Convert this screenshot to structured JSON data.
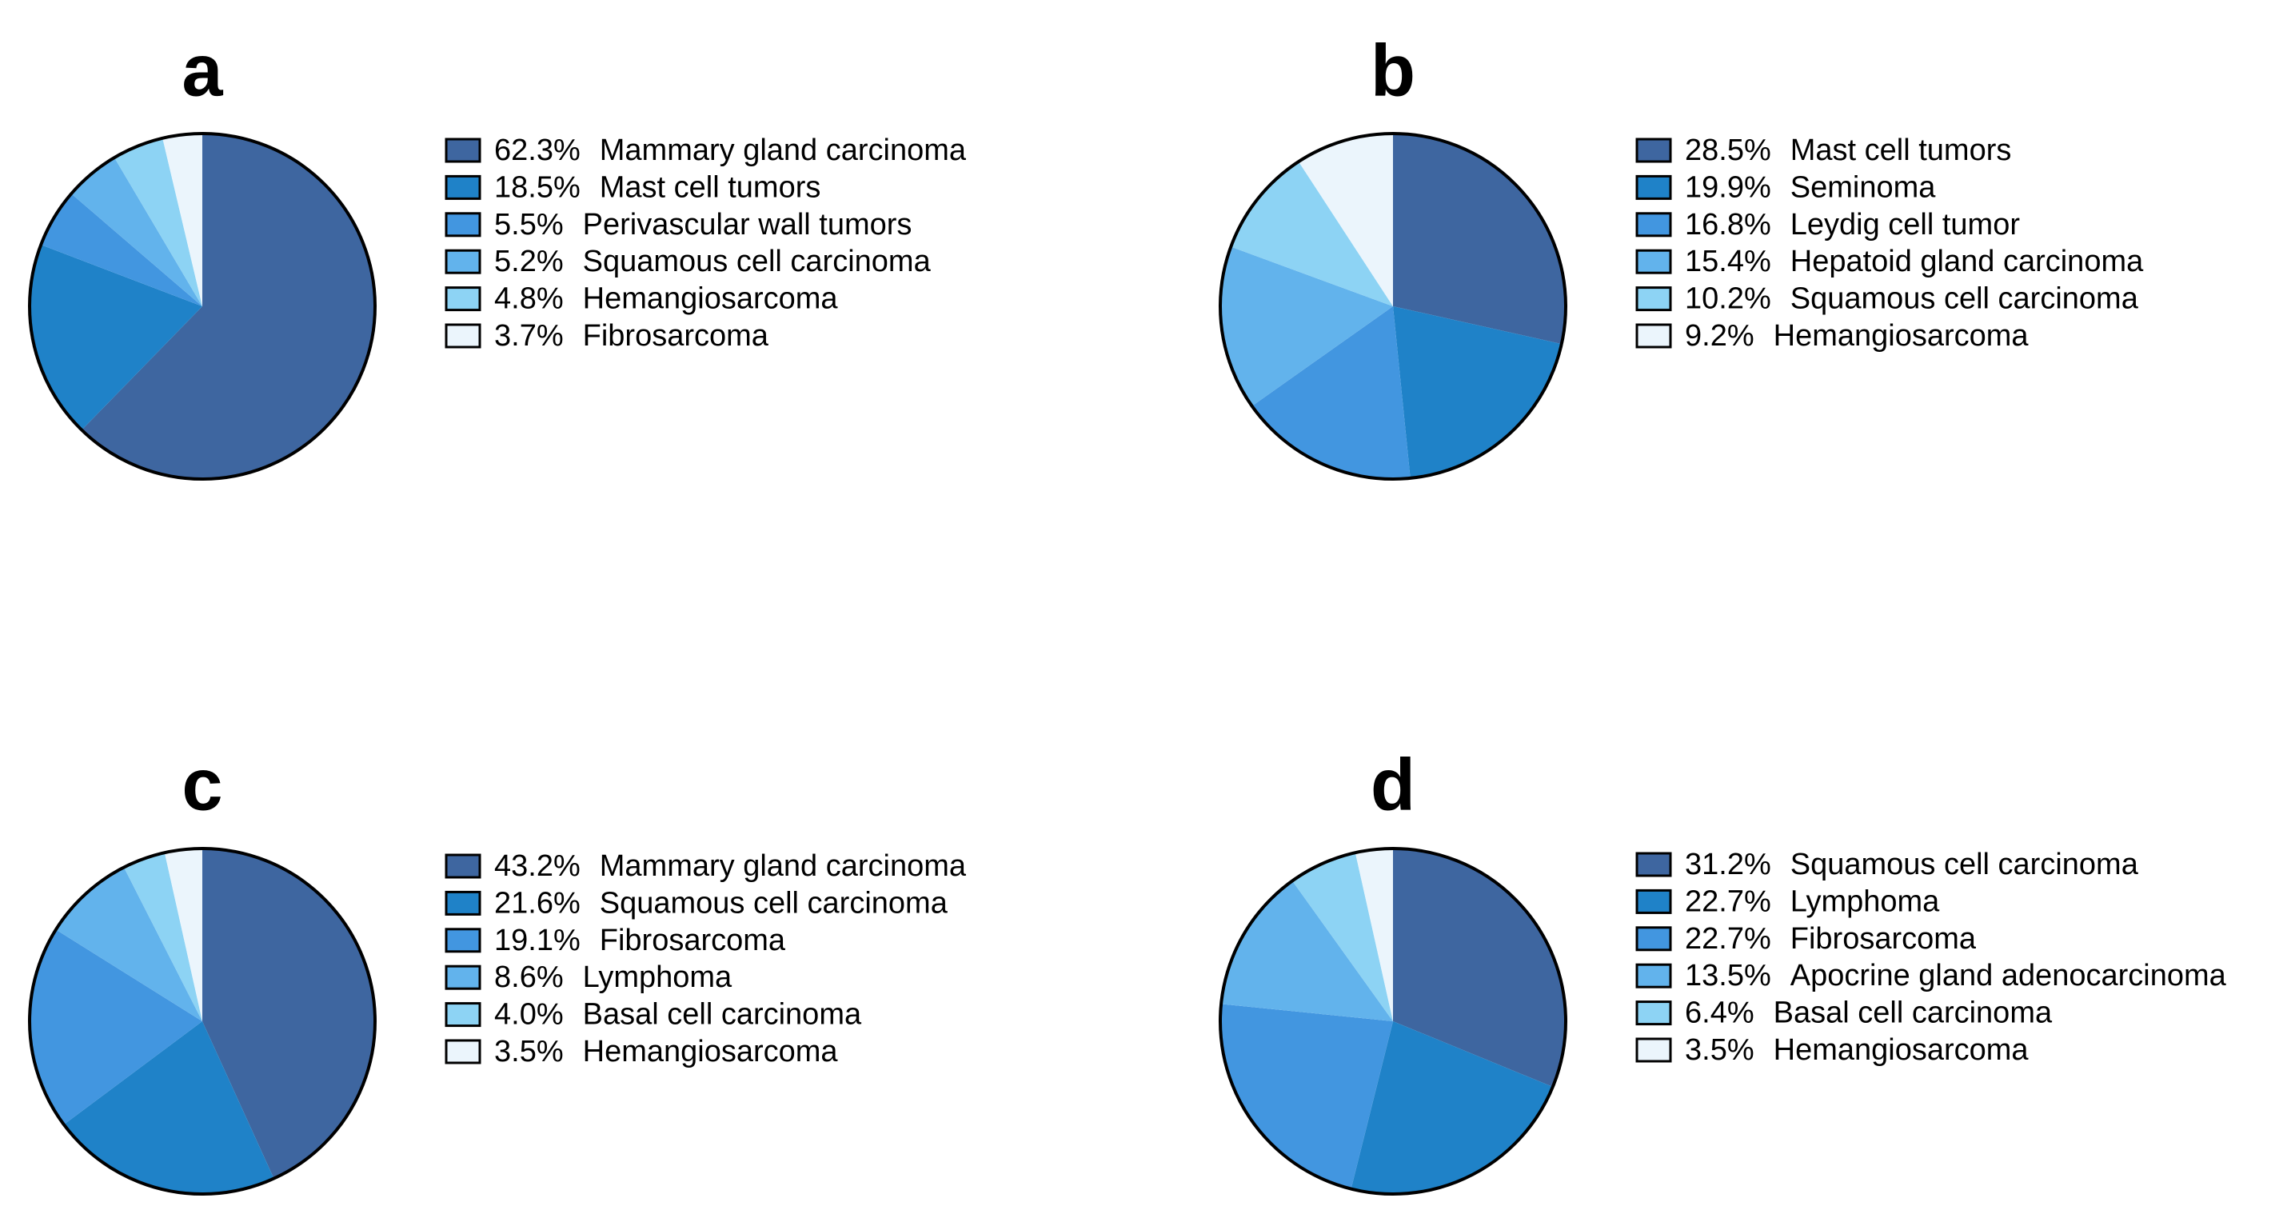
{
  "chart_data": [
    {
      "type": "pie",
      "panel_label": "a",
      "slices": [
        {
          "value": 62.3,
          "label": "Mammary gland carcinoma",
          "value_text": "62.3%"
        },
        {
          "value": 18.5,
          "label": "Mast cell tumors",
          "value_text": "18.5%"
        },
        {
          "value": 5.5,
          "label": "Perivascular wall tumors",
          "value_text": "5.5%"
        },
        {
          "value": 5.2,
          "label": "Squamous cell carcinoma",
          "value_text": "5.2%"
        },
        {
          "value": 4.8,
          "label": "Hemangiosarcoma",
          "value_text": "4.8%"
        },
        {
          "value": 3.7,
          "label": "Fibrosarcoma",
          "value_text": "3.7%"
        }
      ],
      "legend_position": "right"
    },
    {
      "type": "pie",
      "panel_label": "b",
      "slices": [
        {
          "value": 28.5,
          "label": "Mast cell tumors",
          "value_text": "28.5%"
        },
        {
          "value": 19.9,
          "label": "Seminoma",
          "value_text": "19.9%"
        },
        {
          "value": 16.8,
          "label": "Leydig cell tumor",
          "value_text": "16.8%"
        },
        {
          "value": 15.4,
          "label": "Hepatoid gland carcinoma",
          "value_text": "15.4%"
        },
        {
          "value": 10.2,
          "label": "Squamous cell carcinoma",
          "value_text": "10.2%"
        },
        {
          "value": 9.2,
          "label": "Hemangiosarcoma",
          "value_text": "9.2%"
        }
      ],
      "legend_position": "right"
    },
    {
      "type": "pie",
      "panel_label": "c",
      "slices": [
        {
          "value": 43.2,
          "label": "Mammary gland carcinoma",
          "value_text": "43.2%"
        },
        {
          "value": 21.6,
          "label": "Squamous cell carcinoma",
          "value_text": "21.6%"
        },
        {
          "value": 19.1,
          "label": "Fibrosarcoma",
          "value_text": "19.1%"
        },
        {
          "value": 8.6,
          "label": "Lymphoma",
          "value_text": "8.6%"
        },
        {
          "value": 4.0,
          "label": "Basal cell carcinoma",
          "value_text": "4.0%"
        },
        {
          "value": 3.5,
          "label": "Hemangiosarcoma",
          "value_text": "3.5%"
        }
      ],
      "legend_position": "right"
    },
    {
      "type": "pie",
      "panel_label": "d",
      "slices": [
        {
          "value": 31.2,
          "label": "Squamous cell carcinoma",
          "value_text": "31.2%"
        },
        {
          "value": 22.7,
          "label": "Lymphoma",
          "value_text": "22.7%"
        },
        {
          "value": 22.7,
          "label": "Fibrosarcoma",
          "value_text": "22.7%"
        },
        {
          "value": 13.5,
          "label": "Apocrine gland adenocarcinoma",
          "value_text": "13.5%"
        },
        {
          "value": 6.4,
          "label": "Basal cell carcinoma",
          "value_text": "6.4%"
        },
        {
          "value": 3.5,
          "label": "Hemangiosarcoma",
          "value_text": "3.5%"
        }
      ],
      "legend_position": "right"
    }
  ],
  "palette": [
    "#3e66a0",
    "#1f82c8",
    "#4296e0",
    "#62b3ec",
    "#8dd3f4",
    "#ebf5fc"
  ],
  "outline_color": "#000000"
}
